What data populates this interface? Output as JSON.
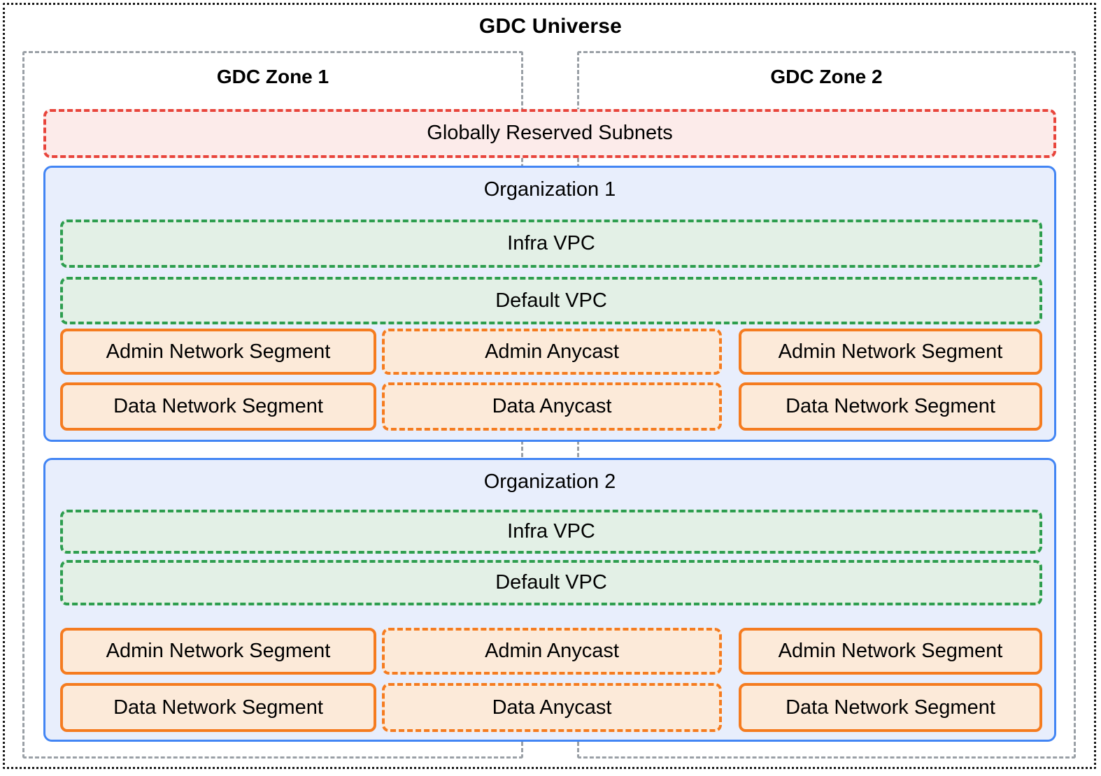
{
  "diagram": {
    "title": "GDC Universe",
    "zones": [
      {
        "label": "GDC Zone 1"
      },
      {
        "label": "GDC Zone 2"
      }
    ],
    "reserved_subnets": {
      "label": "Globally Reserved Subnets",
      "border_color": "#e8453c",
      "fill_color": "#fcebea",
      "border_style": "dashed"
    },
    "organizations": [
      {
        "label": "Organization 1",
        "border_color": "#4285f4",
        "fill_color": "#e8eefc",
        "vpcs": [
          {
            "label": "Infra VPC",
            "border_color": "#2e9e4f",
            "fill_color": "#e3f0e6",
            "border_style": "dashed"
          },
          {
            "label": "Default VPC",
            "border_color": "#2e9e4f",
            "fill_color": "#e3f0e6",
            "border_style": "dashed"
          }
        ],
        "network_boxes": {
          "zone1": [
            {
              "label": "Admin Network Segment",
              "border_style": "solid"
            },
            {
              "label": "Data Network Segment",
              "border_style": "solid"
            }
          ],
          "shared": [
            {
              "label": "Admin Anycast",
              "border_style": "dashed"
            },
            {
              "label": "Data Anycast",
              "border_style": "dashed"
            }
          ],
          "zone2": [
            {
              "label": "Admin Network Segment",
              "border_style": "solid"
            },
            {
              "label": "Data Network Segment",
              "border_style": "solid"
            }
          ]
        }
      },
      {
        "label": "Organization 2",
        "border_color": "#4285f4",
        "fill_color": "#e8eefc",
        "vpcs": [
          {
            "label": "Infra VPC",
            "border_color": "#2e9e4f",
            "fill_color": "#e3f0e6",
            "border_style": "dashed"
          },
          {
            "label": "Default VPC",
            "border_color": "#2e9e4f",
            "fill_color": "#e3f0e6",
            "border_style": "dashed"
          }
        ],
        "network_boxes": {
          "zone1": [
            {
              "label": "Admin Network Segment",
              "border_style": "solid"
            },
            {
              "label": "Data Network Segment",
              "border_style": "solid"
            }
          ],
          "shared": [
            {
              "label": "Admin Anycast",
              "border_style": "dashed"
            },
            {
              "label": "Data Anycast",
              "border_style": "dashed"
            }
          ],
          "zone2": [
            {
              "label": "Admin Network Segment",
              "border_style": "solid"
            },
            {
              "label": "Data Network Segment",
              "border_style": "solid"
            }
          ]
        }
      }
    ],
    "colors": {
      "universe_border": "#1a1a1a",
      "zone_border": "#9aa0a6",
      "org_border": "#4285f4",
      "org_fill": "#e8eefc",
      "vpc_border": "#2e9e4f",
      "vpc_fill": "#e3f0e6",
      "segment_border": "#f57c20",
      "segment_fill": "#fcead9",
      "reserved_border": "#e8453c",
      "reserved_fill": "#fcebea"
    }
  }
}
